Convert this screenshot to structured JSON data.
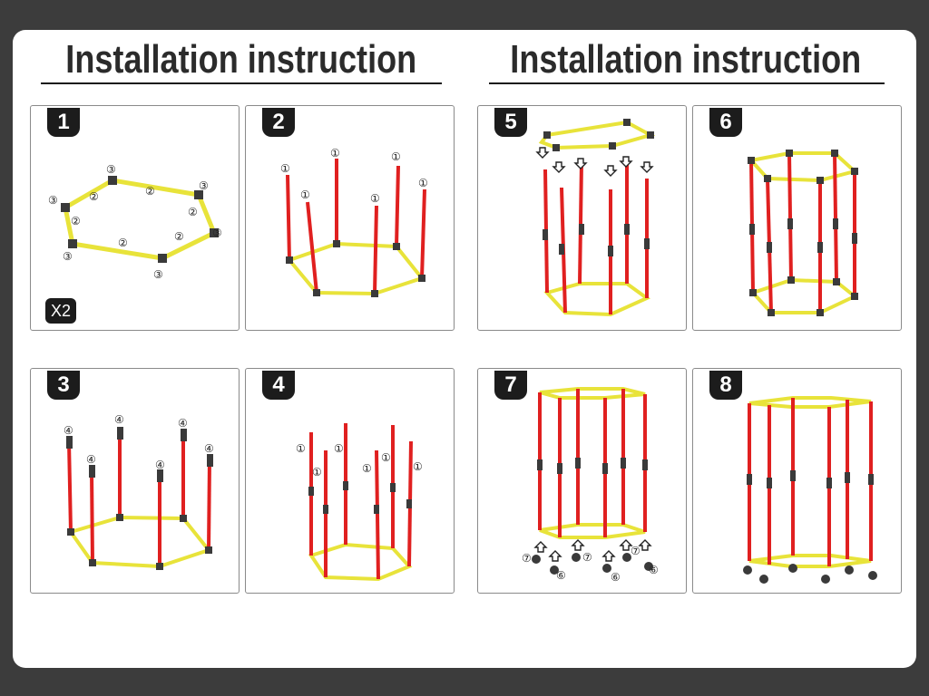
{
  "headings": {
    "left": "Installation instruction",
    "right": "Installation instruction"
  },
  "multiplier": "X2",
  "steps": [
    {
      "number": "1"
    },
    {
      "number": "2"
    },
    {
      "number": "3"
    },
    {
      "number": "4"
    },
    {
      "number": "5"
    },
    {
      "number": "6"
    },
    {
      "number": "7"
    },
    {
      "number": "8"
    }
  ],
  "part_labels": {
    "upright": "①",
    "rail": "②",
    "connector": "③",
    "tall_connector": "④",
    "caster_wheel": "⑥",
    "caster_sleeve": "⑦"
  },
  "colors": {
    "rail_yellow": "#e8e33a",
    "pole_red": "#e02020",
    "connector_gray": "#3a3a3a",
    "badge_black": "#1c1c1c"
  }
}
